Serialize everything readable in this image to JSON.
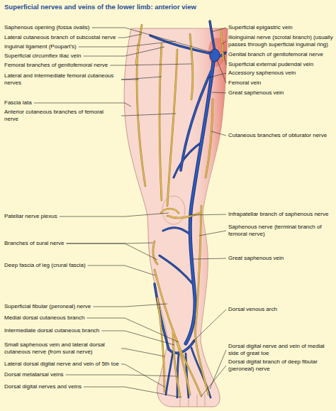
{
  "diagram": {
    "title": "Superficial nerves and veins of the lower limb: anterior view",
    "labels": [
      "Saphenous opening (fossa ovalis)",
      "Lateral cutaneous branch of subcostal nerve",
      "Inguinal ligament (Poupart's)",
      "Superficial circumflex iliac vein",
      "Femoral branches of genitofemoral nerve",
      "Lateral and intermediate femoral cutaneous nerves",
      "Fascia lata",
      "Anterior cutaneous branches of femoral nerve",
      "Patellar nerve plexus",
      "Branches of sural nerve",
      "Deep fascia of leg (crural fascia)",
      "Superficial fibular (peroneal) nerve",
      "Medial dorsal cutaneous branch",
      "Intermediate dorsal cutaneous branch",
      "Small saphenous vein and lateral dorsal cutaneous nerve (from sural nerve)",
      "Lateral dorsal digital nerve and vein of 5th toe",
      "Dorsal metatarsal veins",
      "Dorsal digital nerves and veins",
      "Superficial epigastric vein",
      "Ilioinguinal nerve (scrotal branch) (usually passes through superficial inguinal ring)",
      "Genital branch of genitofemoral nerve",
      "Superficial external pudendal vein",
      "Accessory saphenous vein",
      "Femoral vein",
      "Great saphenous vein",
      "Cutaneous branches of obturator nerve",
      "Infrapatellar branch of saphenous nerve",
      "Saphenous nerve (terminal branch of femoral nerve)",
      "Great saphenous vein",
      "Dorsal venous arch",
      "Dorsal digital nerve and vein of medial side of great toe",
      "Dorsal digital branch of deep fibular (peroneal) nerve"
    ]
  }
}
